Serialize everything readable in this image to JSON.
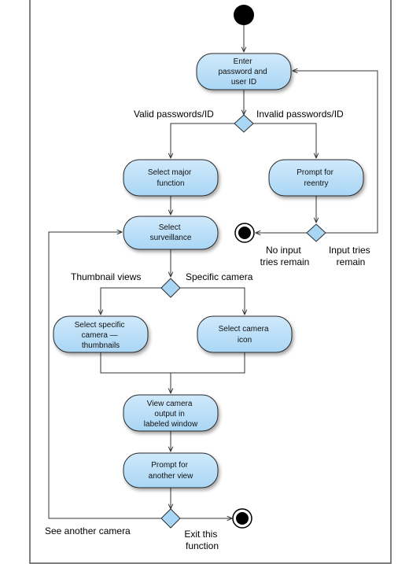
{
  "colors": {
    "node_fill": "#a9d6f5",
    "node_fill_light": "#cfe9fb",
    "node_stroke": "#2b2b2b",
    "frame": "#555555",
    "edge": "#333333"
  },
  "nodes": {
    "enter_credentials": [
      "Enter",
      "password and",
      "user ID"
    ],
    "select_major_function": [
      "Select major",
      "function"
    ],
    "prompt_reentry": [
      "Prompt for",
      "reentry"
    ],
    "select_surveillance": [
      "Select",
      "surveillance"
    ],
    "select_camera_thumbnails": [
      "Select specific",
      "camera —",
      "thumbnails"
    ],
    "select_camera_icon": [
      "Select camera",
      "icon"
    ],
    "view_camera_output": [
      "View camera",
      "output in",
      "labeled window"
    ],
    "prompt_another_view": [
      "Prompt for",
      "another view"
    ]
  },
  "labels": {
    "valid": "Valid passwords/ID",
    "invalid": "Invalid passwords/ID",
    "no_input_tries": [
      "No input",
      "tries remain"
    ],
    "input_tries": [
      "Input tries",
      "remain"
    ],
    "thumbnail_views": "Thumbnail views",
    "specific_camera": "Specific camera",
    "see_another_camera": "See another camera",
    "exit_function": [
      "Exit this",
      "function"
    ]
  }
}
